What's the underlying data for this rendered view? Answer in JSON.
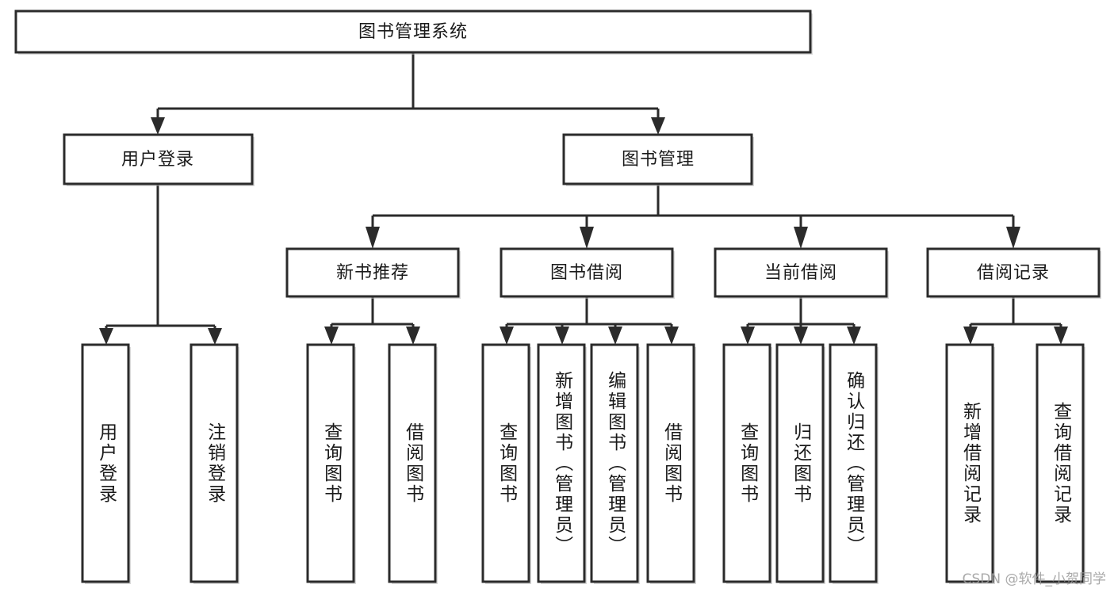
{
  "diagram": {
    "title": "图书管理系统",
    "type": "tree",
    "watermark": "CSDN @软件_小贺同学",
    "colors": {
      "stroke": "#2b2b2b",
      "fill": "#ffffff",
      "text": "#1a1a1a",
      "watermark": "#9b9b9b",
      "shadow": "#b8b8b8"
    },
    "root": {
      "label": "图书管理系统"
    },
    "level2": [
      {
        "label": "用户登录"
      },
      {
        "label": "图书管理"
      }
    ],
    "level3": [
      {
        "label": "新书推荐"
      },
      {
        "label": "图书借阅"
      },
      {
        "label": "当前借阅"
      },
      {
        "label": "借阅记录"
      }
    ],
    "leaves": {
      "user_login": [
        {
          "label": "用户登录"
        },
        {
          "label": "注销登录"
        }
      ],
      "new_book_recommend": [
        {
          "label": "查询图书"
        },
        {
          "label": "借阅图书"
        }
      ],
      "book_borrow": [
        {
          "label": "查询图书"
        },
        {
          "label": "新增图书（管理员）"
        },
        {
          "label": "编辑图书（管理员）"
        },
        {
          "label": "借阅图书"
        }
      ],
      "current_borrow": [
        {
          "label": "查询图书"
        },
        {
          "label": "归还图书"
        },
        {
          "label": "确认归还（管理员）"
        }
      ],
      "borrow_record": [
        {
          "label": "新增借阅记录"
        },
        {
          "label": "查询借阅记录"
        }
      ]
    }
  }
}
